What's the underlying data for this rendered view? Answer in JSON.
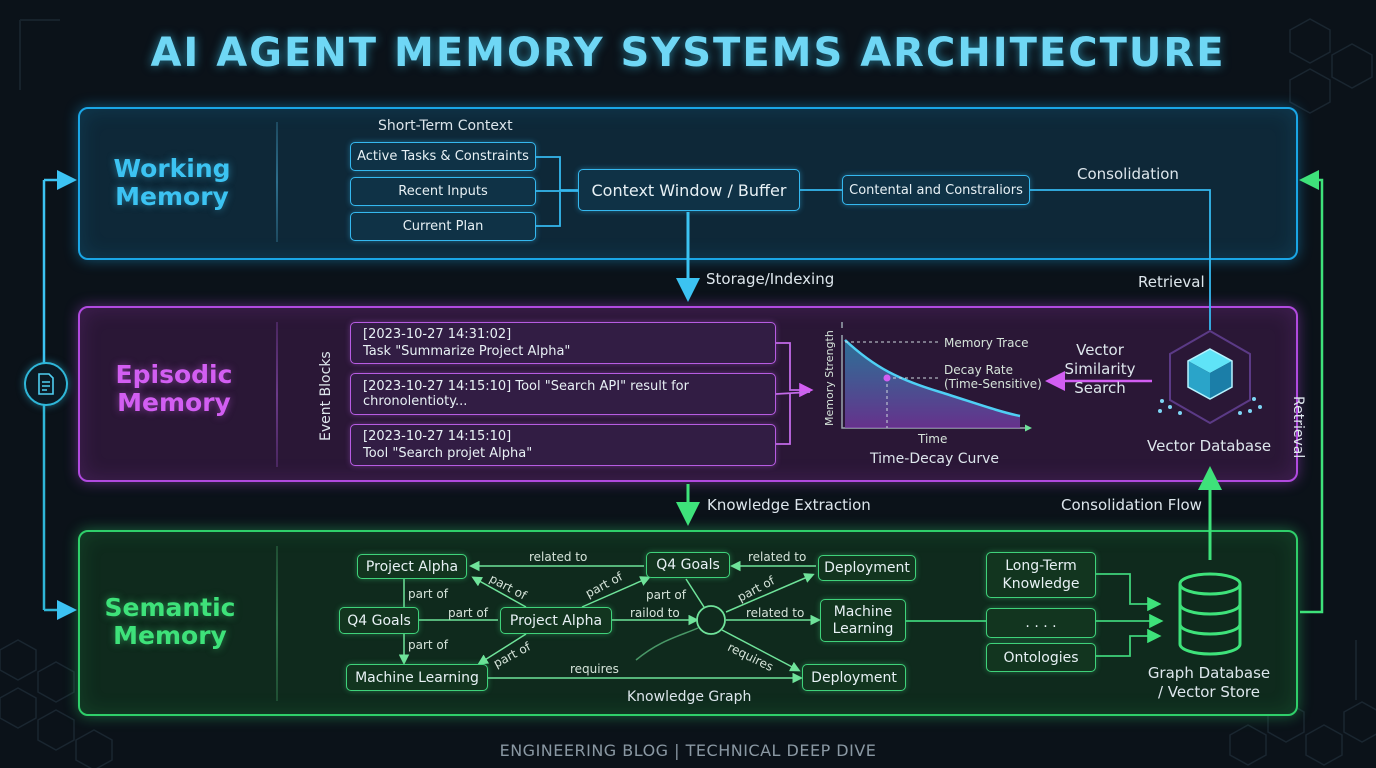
{
  "title": "AI AGENT MEMORY SYSTEMS ARCHITECTURE",
  "footer": "ENGINEERING BLOG | TECHNICAL DEEP DIVE",
  "colors": {
    "working": "#1aa6e6",
    "episodic": "#b14ae0",
    "semantic": "#2fcf6a",
    "background": "#0b1219"
  },
  "side_icon": "document-icon",
  "working": {
    "title": "Working\nMemory",
    "group_label": "Short-Term Context",
    "inputs": [
      "Active Tasks & Constraints",
      "Recent Inputs",
      "Current Plan"
    ],
    "buffer": "Context Window / Buffer",
    "constraints": "Contental and Constraliors",
    "consolidation": "Consolidation"
  },
  "flows": {
    "storage": "Storage/Indexing",
    "retrieval_top": "Retrieval",
    "knowledge": "Knowledge Extraction",
    "consolidation_flow": "Consolidation Flow",
    "retrieval_side": "Retrieval"
  },
  "episodic": {
    "title": "Episodic\nMemory",
    "events_label": "Event Blocks",
    "events": [
      "[2023-10-27 14:31:02]\nTask \"Summarize Project Alpha\"",
      "[2023-10-27 14:15:10] Tool \"Search API\" result for chronolentioty...",
      "[2023-10-27 14:15:10]\nTool \"Search projet Alpha\""
    ],
    "curve": {
      "caption": "Time-Decay Curve",
      "y_label": "Memory Strength",
      "x_label": "Time",
      "trace": "Memory Trace",
      "decay": "Decay Rate\n(Time-Sensitive)"
    },
    "search": "Vector\nSimilarity\nSearch",
    "vector_db": "Vector Database"
  },
  "semantic": {
    "title": "Semantic\nMemory",
    "nodes": {
      "project_alpha_top": "Project Alpha",
      "q4_goals_top": "Q4 Goals",
      "deployment_top": "Deployment",
      "q4_goals_left": "Q4 Goals",
      "project_alpha_mid": "Project Alpha",
      "machine_learning_right": "Machine\nLearning",
      "machine_learning_bottom": "Machine Learning",
      "deployment_bottom": "Deployment"
    },
    "edges": {
      "related_to_1": "related to",
      "related_to_2": "related to",
      "part_of_1": "part of",
      "part_of_2": "part of",
      "part_of_3": "part of",
      "part_of_4": "part of",
      "part_of_5": "part of",
      "part_of_6": "part of",
      "part_of_7": "part of",
      "railed_to": "railod to",
      "related_to_3": "related to",
      "requires_1": "requires",
      "requires_2": "requires"
    },
    "graph_caption": "Knowledge Graph",
    "stores": [
      "Long-Term\nKnowledge",
      ". . . .",
      "Ontologies"
    ],
    "graph_db": "Graph Database\n/ Vector Store"
  }
}
